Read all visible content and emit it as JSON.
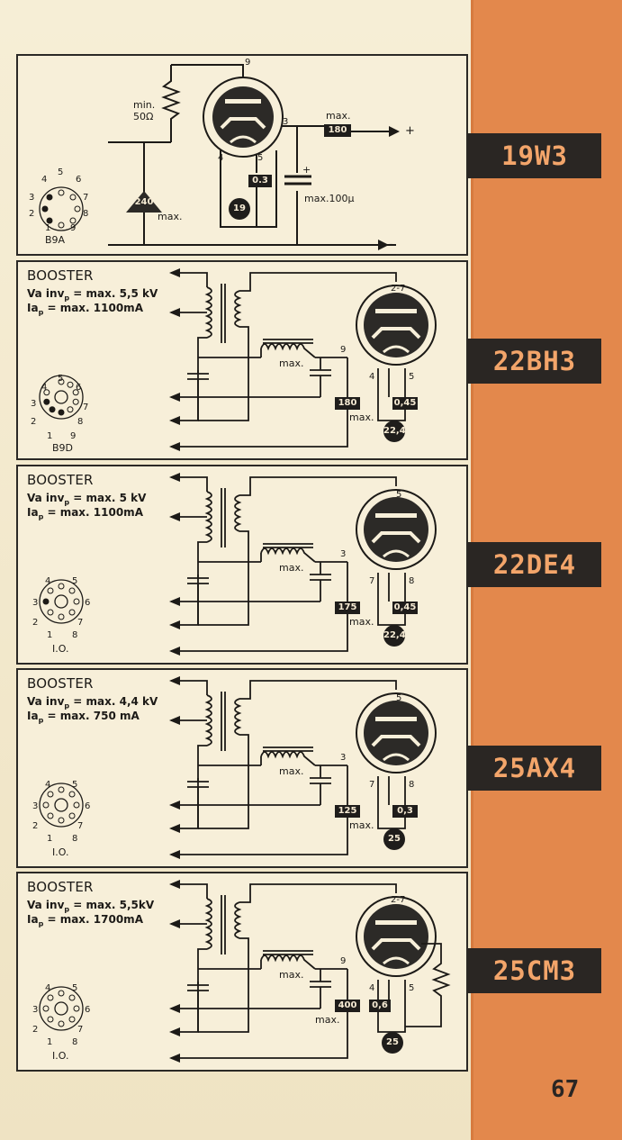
{
  "panels": [
    {
      "tube": "19W3",
      "labels": {
        "resistor": "min.\n50Ω",
        "diode_max": "max.",
        "cap": "max.100μ",
        "out_max": "max."
      },
      "boxes": {
        "out": "180",
        "pin5": "0.3",
        "diode": "240",
        "heater": "19"
      },
      "pins": {
        "top": "9",
        "cathode": "3",
        "left": "4",
        "right": "5"
      },
      "terminals": {
        "plus": "+",
        "minus": "-",
        "cap_plus": "+"
      },
      "socket": {
        "name": "B9A",
        "numbers": [
          "5",
          "6",
          "7",
          "8",
          "9",
          "1",
          "2",
          "3",
          "4"
        ]
      }
    },
    {
      "tube": "22BH3",
      "title": "BOOSTER",
      "spec_line1": "Va inv",
      "spec_sub": "p",
      "spec_rest1": " = max. 5,5 kV",
      "spec_line2": "Ia",
      "spec_rest2": " = max. 1100mA",
      "choke_max": "max.",
      "boxes": {
        "left": "180",
        "right": "0,45",
        "heater": "22,4"
      },
      "box_max": "max.",
      "pins": {
        "top": "2-7",
        "cathode": "9",
        "left": "4",
        "right": "5"
      },
      "socket": {
        "name": "B9D",
        "numbers": [
          "5",
          "6",
          "7",
          "8",
          "9",
          "1",
          "2",
          "3",
          "4"
        ]
      }
    },
    {
      "tube": "22DE4",
      "title": "BOOSTER",
      "spec_line1": "Va inv",
      "spec_sub": "p",
      "spec_rest1": " = max. 5 kV",
      "spec_line2": "Ia",
      "spec_rest2": " = max. 1100mA",
      "choke_max": "max.",
      "boxes": {
        "left": "175",
        "right": "0,45",
        "heater": "22,4"
      },
      "box_max": "max.",
      "pins": {
        "top": "5",
        "cathode": "3",
        "left": "7",
        "right": "8"
      },
      "socket": {
        "name": "I.O.",
        "numbers": [
          "4",
          "5",
          "6",
          "7",
          "8",
          "1",
          "2",
          "3"
        ]
      }
    },
    {
      "tube": "25AX4",
      "title": "BOOSTER",
      "spec_line1": "Va inv",
      "spec_sub": "p",
      "spec_rest1": " = max. 4,4 kV",
      "spec_line2": "Ia",
      "spec_rest2": " = max. 750 mA",
      "choke_max": "max.",
      "boxes": {
        "left": "125",
        "right": "0,3",
        "heater": "25"
      },
      "box_max": "max.",
      "pins": {
        "top": "5",
        "cathode": "3",
        "left": "7",
        "right": "8"
      },
      "socket": {
        "name": "I.O.",
        "numbers": [
          "4",
          "5",
          "6",
          "7",
          "8",
          "1",
          "2",
          "3"
        ]
      }
    },
    {
      "tube": "25CM3",
      "title": "BOOSTER",
      "spec_line1": "Va inv",
      "spec_sub": "p",
      "spec_rest1": " = max. 5,5kV",
      "spec_line2": "Ia",
      "spec_rest2": " = max. 1700mA",
      "choke_max": "max.",
      "boxes": {
        "left": "400",
        "right": "0,6",
        "heater": "25"
      },
      "box_max": "max.",
      "pins": {
        "top": "2-7",
        "cathode": "9",
        "left": "4",
        "right": "5"
      },
      "socket": {
        "name": "I.O.",
        "numbers": [
          "4",
          "5",
          "6",
          "7",
          "8",
          "1",
          "2",
          "3"
        ]
      }
    }
  ],
  "page_number": "67",
  "colors": {
    "stripe": "#e3884c",
    "tag_bg": "#2a2623",
    "tag_text": "#f3a56a",
    "paper": "#f4ead0",
    "ink": "#1c1a17"
  }
}
